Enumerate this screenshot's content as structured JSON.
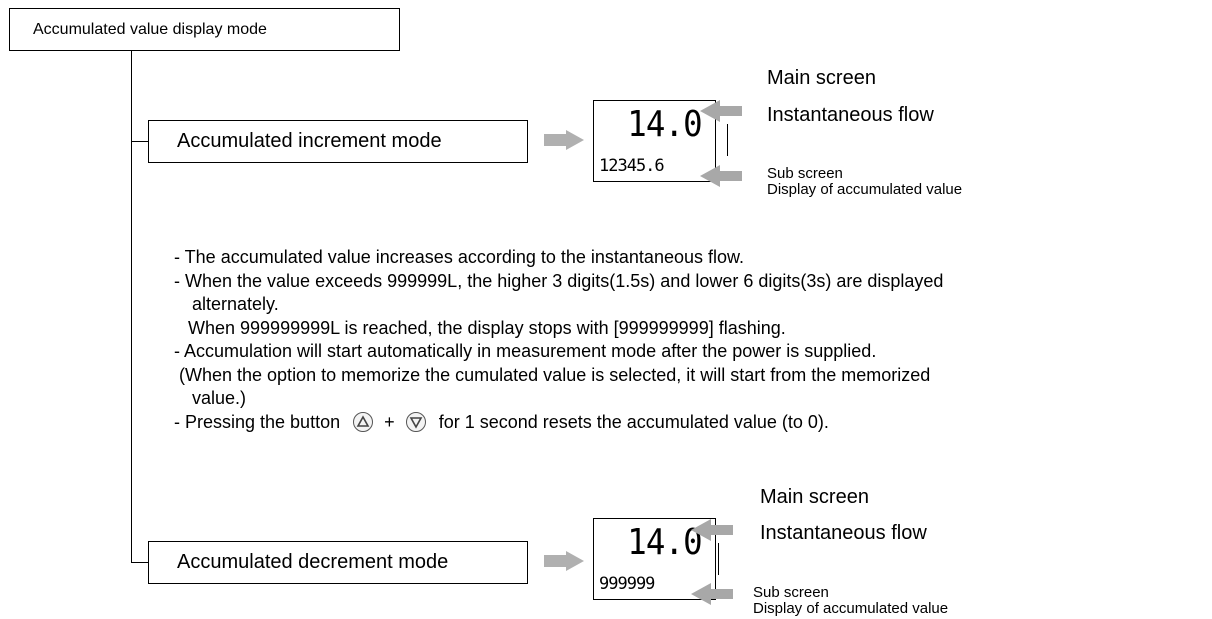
{
  "title": "Accumulated value display mode",
  "modes": [
    {
      "label": "Accumulated increment mode",
      "main_value": "14.0",
      "sub_value": "12345.6",
      "main_label_1": "Main screen",
      "main_label_2": "Instantaneous flow",
      "sub_label_1": "Sub screen",
      "sub_label_2": "Display of accumulated value"
    },
    {
      "label": "Accumulated decrement mode",
      "main_value": "14.0",
      "sub_value": "999999",
      "main_label_1": "Main screen",
      "main_label_2": "Instantaneous flow",
      "sub_label_1": "Sub screen",
      "sub_label_2": "Display of accumulated value"
    }
  ],
  "notes": {
    "line1": "- The accumulated value increases according to the instantaneous flow.",
    "line2": "- When the value exceeds 999999L, the higher 3 digits(1.5s) and lower 6 digits(3s) are displayed",
    "line3": "alternately.",
    "line4": "When 999999999L is reached, the display stops with [999999999] flashing.",
    "line5": "- Accumulation will start automatically in measurement mode after the power is supplied.",
    "line6": "(When the option to memorize the cumulated value is selected, it will start from the memorized",
    "line7": "value.)",
    "line8_pre": "- Pressing the button",
    "line8_plus": "+",
    "line8_post": "for 1 second resets the accumulated value (to 0)."
  },
  "icons": {
    "up_button": "up-triangle-button-icon",
    "down_button": "down-triangle-button-icon",
    "arrow": "gray-arrow-icon"
  },
  "colors": {
    "arrow_gray": "#a8a8a8",
    "line": "#000000"
  }
}
